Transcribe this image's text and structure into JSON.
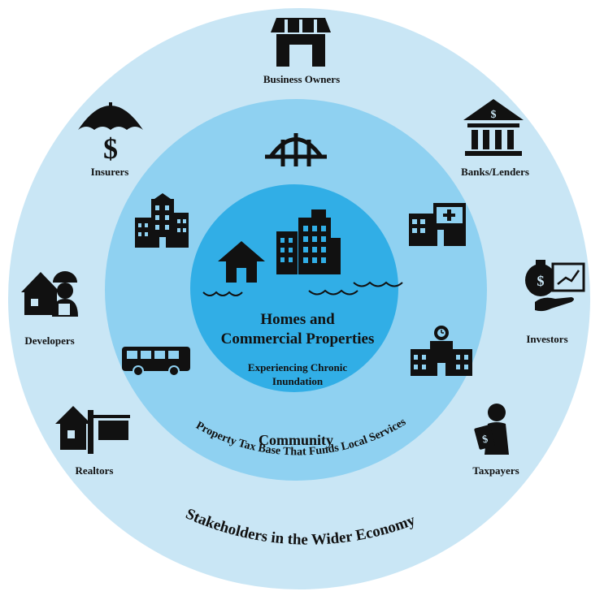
{
  "center": {
    "title_line1": "Homes and",
    "title_line2": "Commercial Properties",
    "subtitle_line1": "Experiencing Chronic",
    "subtitle_line2": "Inundation"
  },
  "community": {
    "title": "Community",
    "arc_text": "Property Tax Base That Funds Local Services",
    "icons": [
      "bridge-icon",
      "apartment-building-icon",
      "hospital-icon",
      "bus-icon",
      "school-icon"
    ]
  },
  "outer": {
    "arc_text": "Stakeholders in the Wider Economy",
    "stakeholders": [
      {
        "label": "Business Owners",
        "icon": "storefront-icon"
      },
      {
        "label": "Banks/Lenders",
        "icon": "bank-icon"
      },
      {
        "label": "Investors",
        "icon": "investor-icon"
      },
      {
        "label": "Taxpayers",
        "icon": "taxpayer-icon"
      },
      {
        "label": "Realtors",
        "icon": "realtor-sign-icon"
      },
      {
        "label": "Developers",
        "icon": "developer-icon"
      },
      {
        "label": "Insurers",
        "icon": "umbrella-dollar-icon"
      }
    ]
  },
  "colors": {
    "outer_ring": "#c9e6f5",
    "middle_ring": "#8fd1f1",
    "inner_circle": "#31aee6",
    "icon": "#111111"
  }
}
